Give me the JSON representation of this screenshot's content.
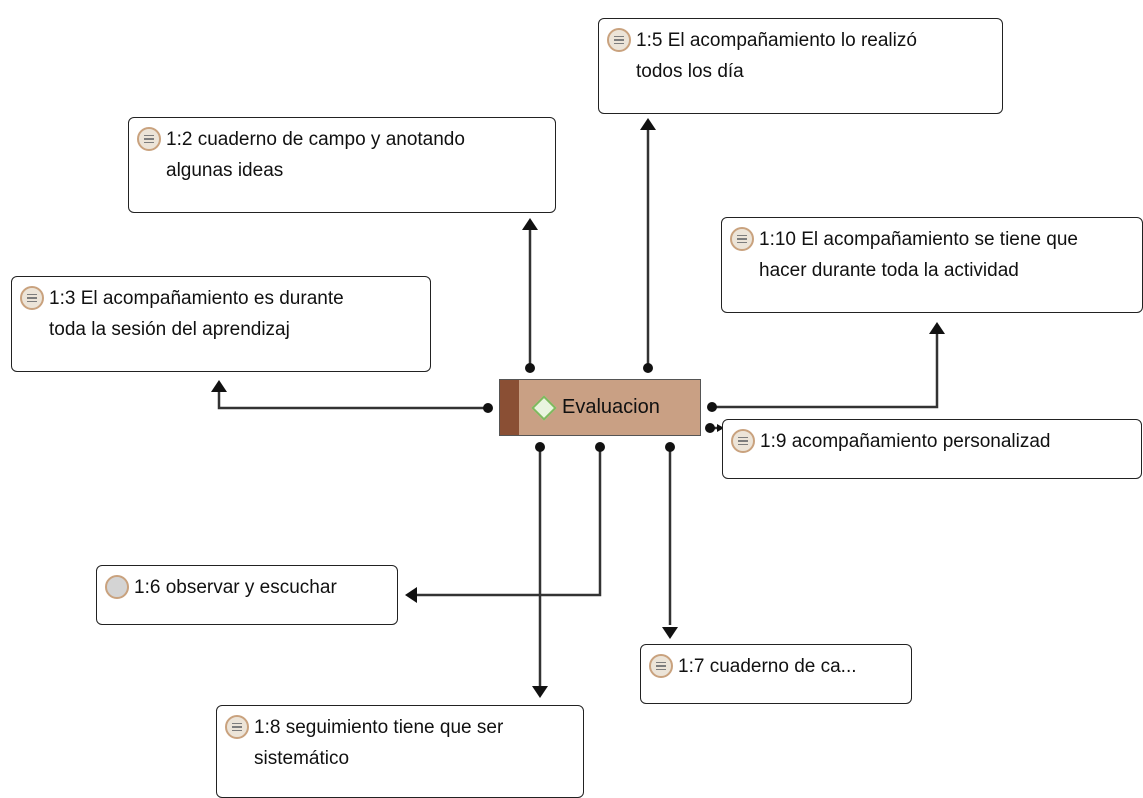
{
  "code": {
    "label": "Evaluacion",
    "icon": "code-diamond-icon"
  },
  "quotes": [
    {
      "id": "q2",
      "icon": "document-quote-icon",
      "text": "1:2 cuaderno de campo y anotando\nalgunas ideas"
    },
    {
      "id": "q5",
      "icon": "document-quote-icon",
      "text": "1:5 El acompañamiento lo realizó\ntodos los día"
    },
    {
      "id": "q10",
      "icon": "document-quote-icon",
      "text": "1:10 El acompañamiento se tiene que\nhacer durante toda la actividad"
    },
    {
      "id": "q3",
      "icon": "document-quote-icon",
      "text": "1:3 El acompañamiento es durante\ntoda la sesión del aprendizaj"
    },
    {
      "id": "q9",
      "icon": "document-quote-icon",
      "text": "1:9 acompañamiento personalizad"
    },
    {
      "id": "q6",
      "icon": "memo-quote-icon",
      "text": "1:6 observar y escuchar"
    },
    {
      "id": "q7",
      "icon": "document-quote-icon",
      "text": "1:7 cuaderno de ca..."
    },
    {
      "id": "q8",
      "icon": "document-quote-icon",
      "text": "1:8 seguimiento tiene que ser\nsistemático"
    }
  ]
}
